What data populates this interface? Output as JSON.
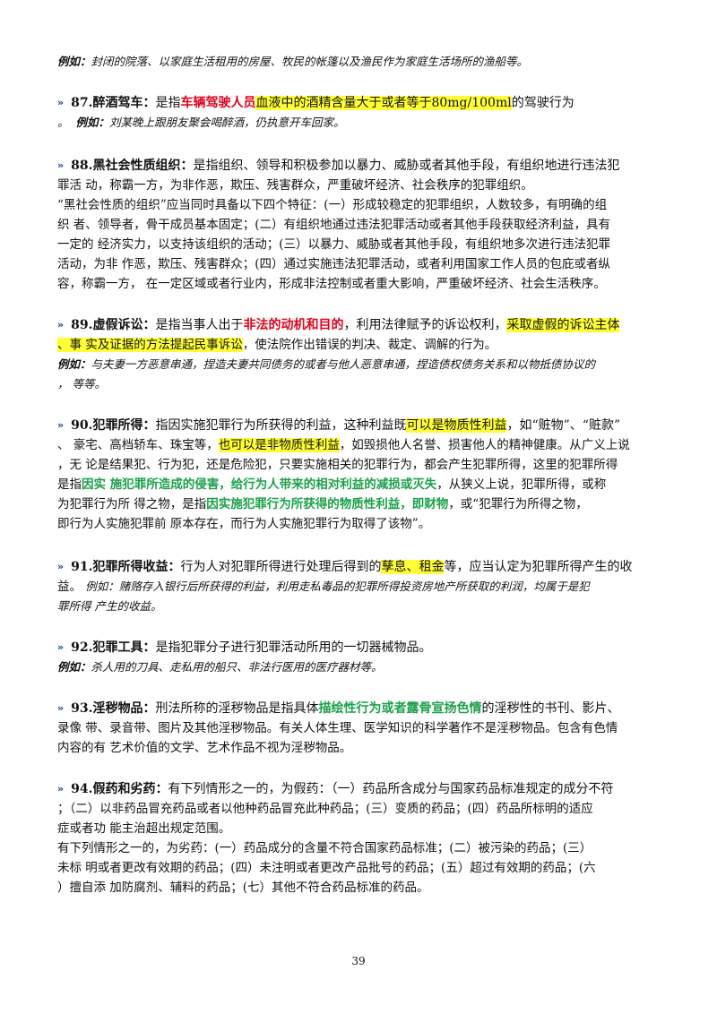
{
  "lines": {
    "l1": "例如：",
    "l1b": "封闭的院落、以家庭生活租用的房屋、牧民的帐篷以及渔民作为家庭生活场所的渔船等。",
    "e87_num": "87.醉酒驾车：",
    "e87_a": "是指",
    "e87_red": "车辆驾驶人员",
    "e87_hl": "血液中的酒精含量大于或者等于80mg/100ml",
    "e87_b": "的驾驶行为",
    "e87_c": "。",
    "e87_ex": "例如：",
    "e87_exb": "刘某晚上跟朋友聚会喝醉酒，仍执意开车回家。",
    "e88_num": "88.黑社会性质组织：",
    "e88_a": "是指组织、领导和积极参加以暴力、威胁或者其他手段，有组织地进行违法犯",
    "e88_b": "罪活 动，称霸一方，为非作恶，欺压、残害群众，严重破坏经济、社会秩序的犯罪组织。",
    "e88_c": "“黑社会性质的组织”应当同时具备以下四个特征：(一）形成较稳定的犯罪组织，人数较多，有明确的组",
    "e88_d": "织 者、领导者，骨干成员基本固定；(二）有组织地通过违法犯罪活动或者其他手段获取经济利益，具有",
    "e88_e": "一定的 经济实力，以支持该组织的活动；(三）以暴力、威胁或者其他手段，有组织地多次进行违法犯罪",
    "e88_f": "活动，为非 作恶，欺压、残害群众；(四）通过实施违法犯罪活动，或者利用国家工作人员的包庇或者纵",
    "e88_g": "容，称霸一方， 在一定区域或者行业内，形成非法控制或者重大影响，严重破坏经济、社会生活秩序。",
    "e89_num": "89.虚假诉讼：",
    "e89_a": "是指当事人出于",
    "e89_red": "非法的动机和目的",
    "e89_b": "，利用法律赋予的诉讼权利，",
    "e89_hl1": "采取虚假的诉讼主体",
    "e89_hl2": "、事 实及证据的方法提起民事诉讼",
    "e89_c": "，使法院作出错误的判决、裁定、调解的行为。",
    "e89_ex": "例如：",
    "e89_exb": "与夫妻一方恶意串通，捏造夫妻共同债务的或者与他人恶意串通，捏造债权债务关系和以物抵债协议的",
    "e89_exc": "， 等等。",
    "e90_num": "90.犯罪所得：",
    "e90_a": "指因实施犯罪行为所获得的利益，这种利益既",
    "e90_hl1": "可以是物质性利益",
    "e90_b": "，如“赃物”、“赃款”",
    "e90_c": "、 豪宅、高档轿车、珠宝等，",
    "e90_hl2": "也可以是非物质性利益",
    "e90_d": "，如毁损他人名誉、损害他人的精神健康。从广义上说",
    "e90_e": "，无 论是结果犯、行为犯，还是危险犯，只要实施相关的犯罪行为，都会产生犯罪所得，这里的犯罪所得",
    "e90_f": "是指",
    "e90_g1": "因实 施犯罪所造成的侵害，给行为人带来的相对利益的减损或灭失",
    "e90_g": "，从狭义上说，犯罪所得，或称",
    "e90_h": "为犯罪行为所 得之物，是指",
    "e90_g2": "因实施犯罪行为所获得的物质性利益，即财物",
    "e90_i": "，或“犯罪行为所得之物，",
    "e90_j": "即行为人实施犯罪前 原本存在，而行为人实施犯罪行为取得了该物”。",
    "e91_num": "91.犯罪所得收益：",
    "e91_a": "行为人对犯罪所得进行处理后得到的",
    "e91_hl": "孳息、租金",
    "e91_b": "等，应当认定为犯罪所得产生的收",
    "e91_c": "益。",
    "e91_ex": "例如：赌赂存入银行后所获得的利益，利用走私毒品的犯罪所得投资房地产所获取的利润，均属于是犯",
    "e91_exb": "罪所得 产生的收益。",
    "e92_num": "92.犯罪工具：",
    "e92_a": "是指犯罪分子进行犯罪活动所用的一切器械物品。",
    "e92_ex": "例如：",
    "e92_exb": "杀人用的刀具、走私用的船只、非法行医用的医疗器材等。",
    "e93_num": "93.淫秽物品：",
    "e93_a": "刑法所称的淫秽物品是指具体",
    "e93_green": "描绘性行为或者露骨宣扬色情",
    "e93_b": "的淫秽性的书刊、影片、",
    "e93_c": "录像 带、录音带、图片及其他淫秽物品。有关人体生理、医学知识的科学著作不是淫秽物品。包含有色情",
    "e93_d": "内容的有 艺术价值的文学、艺术作品不视为淫秽物品。",
    "e94_num": "94.假药和劣药：",
    "e94_a": "有下列情形之一的，为假药：（一）药品所含成分与国家药品标准规定的成分不符",
    "e94_b": "；（二）以非药品冒充药品或者以他种药品冒充此种药品；(三）变质的药品；(四）药品所标明的适应",
    "e94_c": "症或者功 能主治超出规定范围。",
    "e94_d": "有下列情形之一的，为劣药：(一）药品成分的含量不符合国家药品标准；(二）被污染的药品；(三）",
    "e94_e": "未标 明或者更改有效期的药品；(四）未注明或者更改产品批号的药品；(五）超过有效期的药品；(六",
    "e94_f": "）擅自添 加防腐剂、辅料的药品；(七）其他不符合药品标准的药品。"
  },
  "arrow": "»",
  "page_number": "39"
}
